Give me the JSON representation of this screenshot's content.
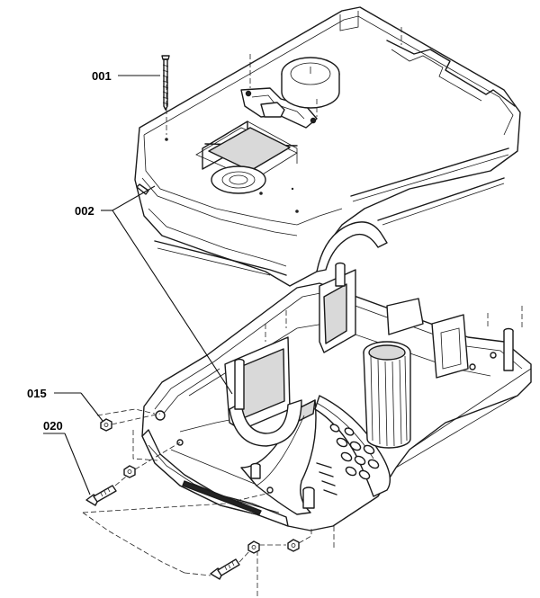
{
  "callouts": [
    {
      "id": "001",
      "label": "001"
    },
    {
      "id": "002",
      "label": "002"
    },
    {
      "id": "015",
      "label": "015"
    },
    {
      "id": "020",
      "label": "020"
    }
  ]
}
